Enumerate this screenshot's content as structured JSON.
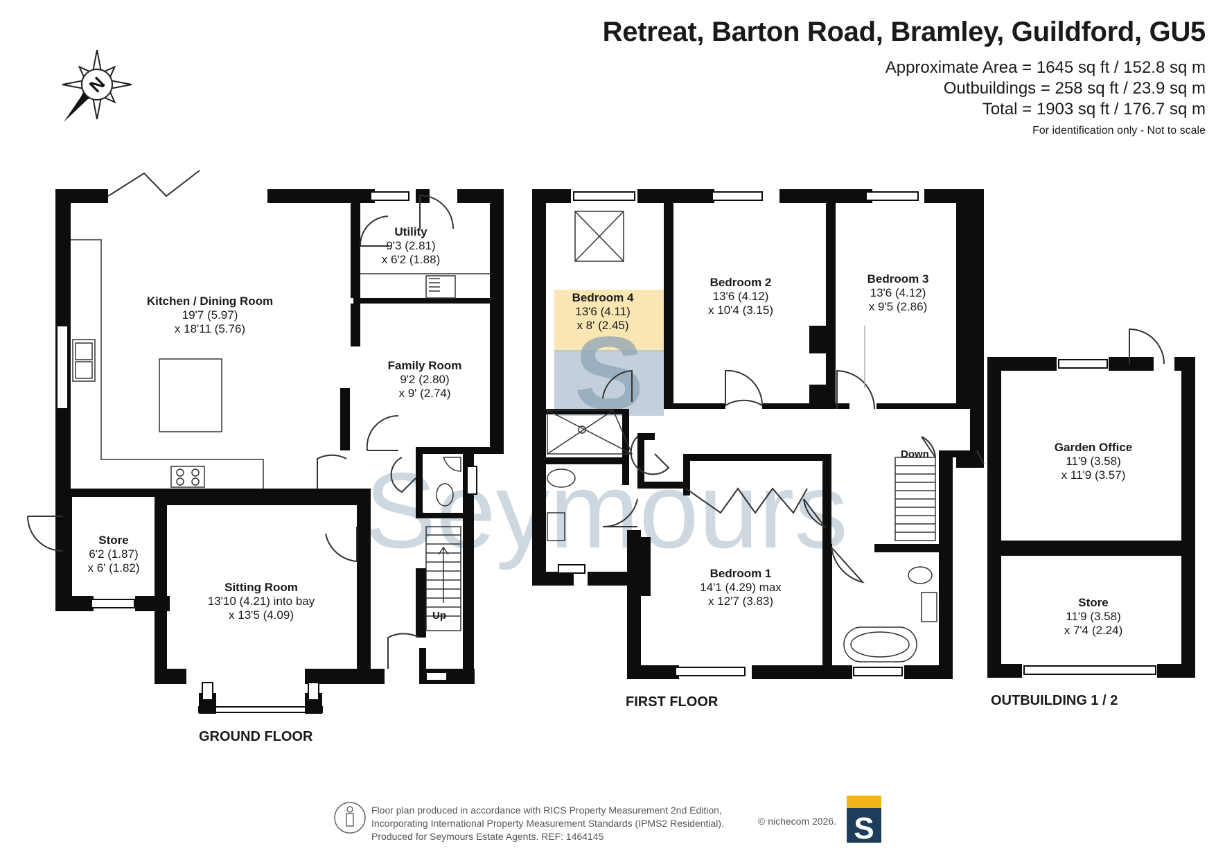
{
  "header": {
    "title": "Retreat, Barton Road, Bramley, Guildford, GU5",
    "approx_area": "Approximate Area = 1645 sq ft / 152.8 sq m",
    "outbuildings_area": "Outbuildings = 258 sq ft / 23.9 sq m",
    "total_area": "Total = 1903 sq ft / 176.7 sq m",
    "disclaimer": "For identification only - Not to scale"
  },
  "compass": {
    "label": "N"
  },
  "floors": {
    "ground": "GROUND FLOOR",
    "first": "FIRST FLOOR",
    "outbuilding": "OUTBUILDING 1 / 2"
  },
  "rooms": {
    "kitchen": {
      "name": "Kitchen / Dining Room",
      "dim1": "19'7 (5.97)",
      "dim2": "x 18'11 (5.76)"
    },
    "utility": {
      "name": "Utility",
      "dim1": "9'3 (2.81)",
      "dim2": "x 6'2 (1.88)"
    },
    "family": {
      "name": "Family Room",
      "dim1": "9'2 (2.80)",
      "dim2": "x 9' (2.74)"
    },
    "store_ground": {
      "name": "Store",
      "dim1": "6'2 (1.87)",
      "dim2": "x 6' (1.82)"
    },
    "sitting": {
      "name": "Sitting Room",
      "dim1": "13'10 (4.21) into bay",
      "dim2": "x 13'5 (4.09)"
    },
    "bedroom4": {
      "name": "Bedroom 4",
      "dim1": "13'6 (4.11)",
      "dim2": "x 8' (2.45)"
    },
    "bedroom2": {
      "name": "Bedroom 2",
      "dim1": "13'6 (4.12)",
      "dim2": "x 10'4 (3.15)"
    },
    "bedroom3": {
      "name": "Bedroom 3",
      "dim1": "13'6 (4.12)",
      "dim2": "x 9'5 (2.86)"
    },
    "bedroom1": {
      "name": "Bedroom 1",
      "dim1": "14'1 (4.29) max",
      "dim2": "x 12'7 (3.83)"
    },
    "garden_office": {
      "name": "Garden Office",
      "dim1": "11'9 (3.58)",
      "dim2": "x 11'9 (3.57)"
    },
    "store_out": {
      "name": "Store",
      "dim1": "11'9 (3.58)",
      "dim2": "x 7'4 (2.24)"
    }
  },
  "stairs": {
    "up": "Up",
    "down": "Down"
  },
  "watermark": {
    "text": "Seymours",
    "logo_letter": "S"
  },
  "footer": {
    "line1": "Floor plan produced in accordance with RICS Property Measurement 2nd Edition,",
    "line2": "Incorporating International Property Measurement Standards (IPMS2 Residential).",
    "line3": "Produced for Seymours Estate Agents.   REF: 1464145",
    "copyright": "© nichecom 2026.",
    "logo_letter": "S"
  },
  "colors": {
    "wall": "#0d0d0d",
    "watermark": "#b4c4d2",
    "watermark_s": "#8da4b8",
    "highlight": "#f7dd98",
    "brand_navy": "#1e3d5a",
    "brand_yellow": "#f2b519"
  }
}
